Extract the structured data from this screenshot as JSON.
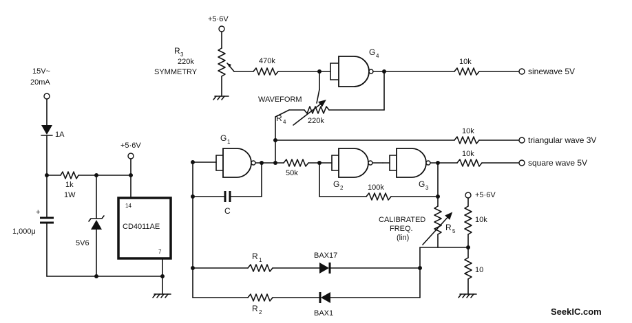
{
  "supply": {
    "input_voltage": "15V~",
    "input_current": "20mA",
    "rail": "+5·6V",
    "fuse_diode": "1A",
    "series_resistor": "1k",
    "series_resistor_power": "1W",
    "capacitor": "1,000μ",
    "capacitor_polarity": "+",
    "zener": "5V6"
  },
  "ic": {
    "name": "CD4011AE",
    "pin_vdd": "14",
    "pin_vss": "7"
  },
  "gates": {
    "g1": "G",
    "g1_sub": "1",
    "g2": "G",
    "g2_sub": "2",
    "g3": "G",
    "g3_sub": "3",
    "g4": "G",
    "g4_sub": "4"
  },
  "components": {
    "r3": "R",
    "r3_sub": "3",
    "r3_value": "220k",
    "r3_function": "SYMMETRY",
    "r_470k": "470k",
    "r4": "R",
    "r4_sub": "4",
    "r4_value": "220k",
    "r4_function": "WAVEFORM",
    "r_50k": "50k",
    "r_100k": "100k",
    "r5": "R",
    "r5_sub": "5",
    "r5_function_1": "CALIBRATED",
    "r5_function_2": "FREQ.",
    "r5_function_3": "(lin)",
    "r_10k_bias": "10k",
    "r_10_bias": "10",
    "capacitor_c": "C",
    "r1": "R",
    "r1_sub": "1",
    "r2": "R",
    "r2_sub": "2",
    "d_bax17": "BAX17",
    "d_bax1": "BAX1",
    "r_10k_out": "10k"
  },
  "outputs": {
    "sine": "sinewave 5V",
    "triangle": "triangular wave 3V",
    "square": "square wave 5V"
  },
  "watermark": "SeekIC.com"
}
